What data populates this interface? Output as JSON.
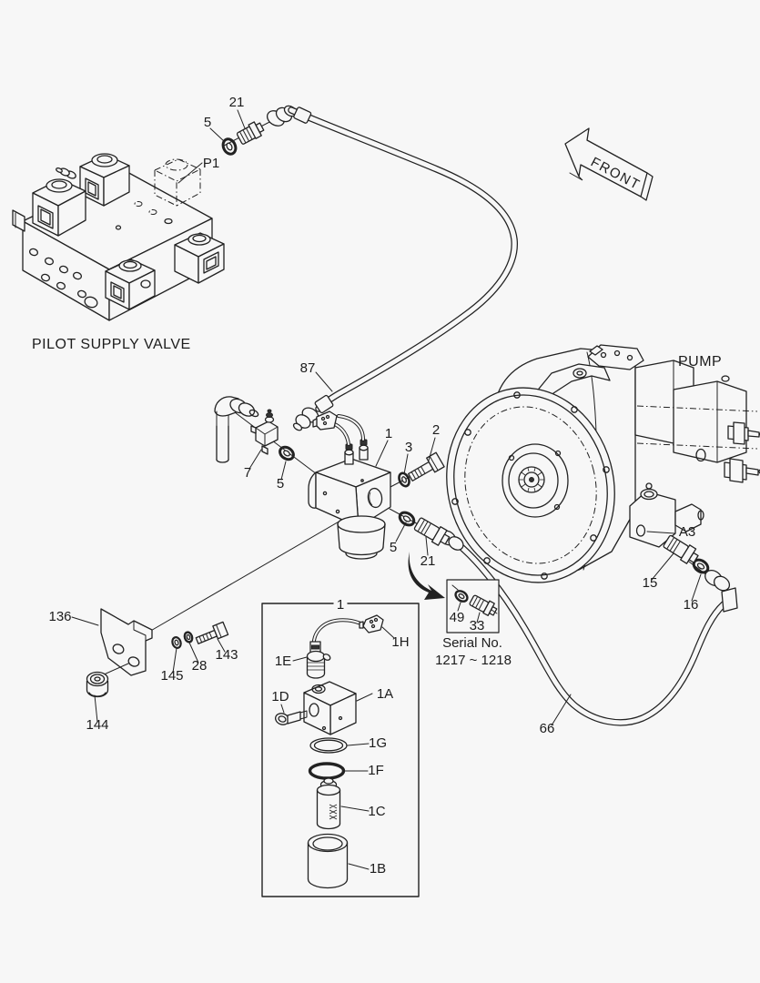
{
  "figure": {
    "background": "#f7f7f7",
    "line_color": "#222222",
    "captions": {
      "pilot_supply_valve": "PILOT SUPPLY VALVE",
      "pump": "PUMP",
      "front": "FRONT",
      "serial_line1": "Serial No.",
      "serial_line2": "1217 ~ 1218"
    },
    "callouts": {
      "top_oring": "5",
      "top_fitting": "21",
      "port_p1": "P1",
      "hose_upper": "87",
      "elbow_fitting": "7",
      "oring_mid": "5",
      "valve_assy": "1",
      "washer": "3",
      "bolt": "2",
      "oring_low": "5",
      "fitting_low": "21",
      "port_a3": "A3",
      "pump_fitting": "15",
      "pump_oring": "16",
      "inset_oring": "49",
      "inset_fitting": "33",
      "hose_lower": "66",
      "bracket": "136",
      "bracket_bolt": "143",
      "spring_washer": "28",
      "plain_washer": "145",
      "plug": "144",
      "detail_title": "1",
      "connector": "1H",
      "coil_nut": "1E",
      "screw": "1D",
      "valve_body": "1A",
      "oring_large": "1G",
      "oring_thick": "1F",
      "filter": "1C",
      "case": "1B"
    }
  }
}
